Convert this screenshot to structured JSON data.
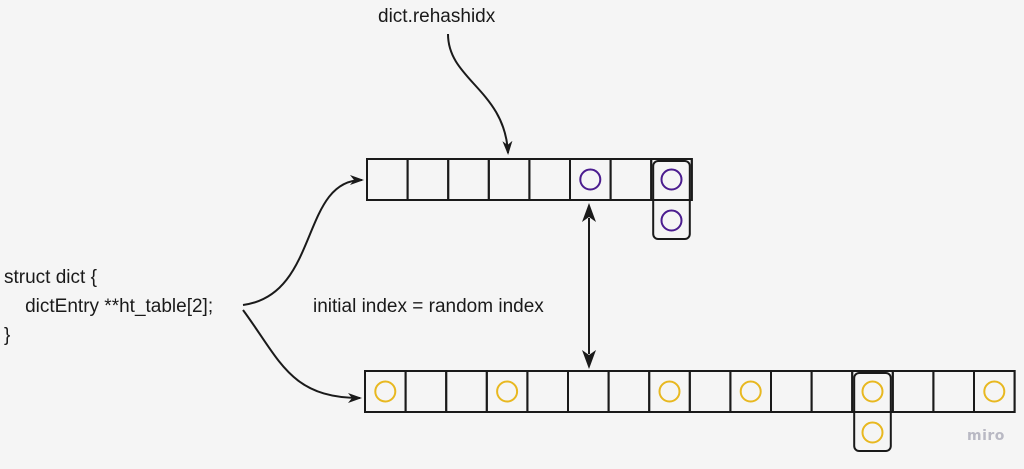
{
  "labels": {
    "rehashidx": "dict.rehashidx",
    "initial_index": "initial index = random index"
  },
  "code": {
    "line1": "struct dict {",
    "line2": "    dictEntry **ht_table[2];",
    "line3": "}"
  },
  "watermark": "miro",
  "colors": {
    "background": "#f5f5f5",
    "line": "#1a1a1a",
    "entry_top": "#4b1c8f",
    "entry_bottom": "#e8b820"
  },
  "tables": {
    "top": {
      "slots": 8,
      "slot_entries": [
        0,
        0,
        0,
        0,
        0,
        1,
        0,
        2
      ]
    },
    "bottom": {
      "slots": 16,
      "slot_entries": [
        1,
        0,
        0,
        1,
        0,
        0,
        0,
        1,
        0,
        1,
        0,
        0,
        2,
        0,
        0,
        1
      ]
    }
  }
}
